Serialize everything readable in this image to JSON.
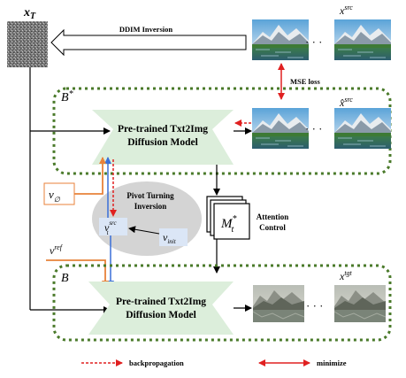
{
  "labels": {
    "x_T": "x",
    "x_T_sub": "T",
    "ddim_inversion": "DDIM Inversion",
    "x_src": "x",
    "x_src_sup": "src",
    "x_hat_src": "x̂",
    "x_hat_src_sup": "src",
    "mse_loss": "MSE loss",
    "b_star": "B",
    "b_star_sup": "*",
    "b": "B",
    "model_top_line1": "Pre-trained Txt2Img",
    "model_top_line2": "Diffusion Model",
    "model_bottom_line1": "Pre-trained Txt2Img",
    "model_bottom_line2": "Diffusion Model",
    "v_null": "v",
    "v_null_sub": "∅",
    "pivot_line1": "Pivot Turning",
    "pivot_line2": "Inversion",
    "v_t_src": "v",
    "v_t_src_sub": "t",
    "v_t_src_sup": "src",
    "v_init": "v",
    "v_init_sub": "init",
    "m_t": "M",
    "m_t_sub": "t",
    "m_t_sup": "*",
    "attention_line1": "Attention",
    "attention_line2": "Control",
    "v_ref": "v",
    "v_ref_sup": "ref",
    "x_tgt": "x",
    "x_tgt_sup": "tgt",
    "ellipsis": "· · ·"
  },
  "legend": {
    "backprop": "backpropagation",
    "minimize": "minimize"
  },
  "colors": {
    "dashed_green": "#4a7a2a",
    "model_fill": "#dceedb",
    "ellipse_fill": "#d4d4d4",
    "red": "#e02020",
    "blue": "#3a6fd8",
    "orange": "#e8823a",
    "token_fill": "#dbe6f6"
  }
}
